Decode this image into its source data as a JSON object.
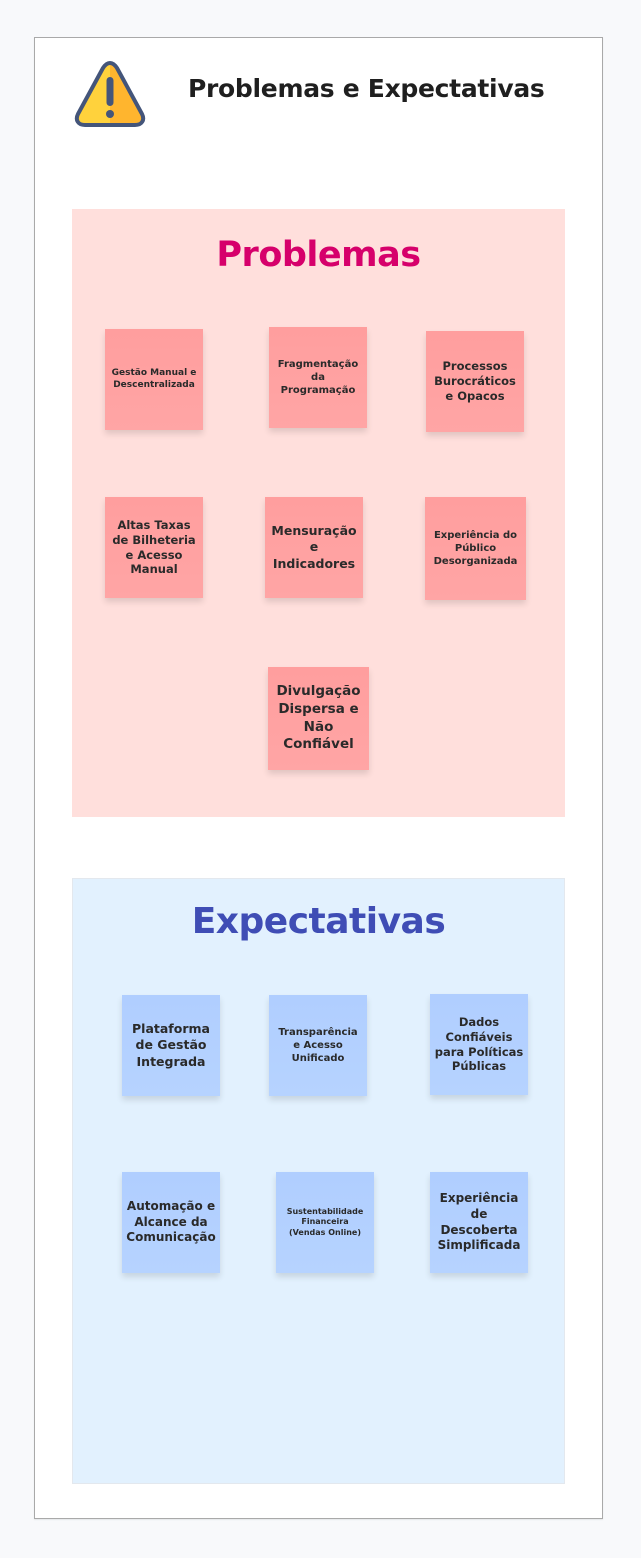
{
  "header": {
    "icon": "warning-icon",
    "title": "Problemas e Expectativas"
  },
  "colors": {
    "problems_bg": "#ffdfdc",
    "problems_title": "#d6006b",
    "problems_sticky": "#ffa0a0",
    "expect_bg": "#e2f1fe",
    "expect_title": "#3f4db5",
    "expect_sticky": "#b2d0ff",
    "warning_fill": "#ffc83a",
    "warning_stroke": "#44557a"
  },
  "problems": {
    "title": "Problemas",
    "notes": [
      {
        "text": "Gestão Manual e Descentralizada"
      },
      {
        "text": "Fragmentação da Programação"
      },
      {
        "text": "Processos Burocráticos e Opacos"
      },
      {
        "text": "Altas Taxas de Bilheteria e Acesso Manual"
      },
      {
        "text": "Mensuração e Indicadores"
      },
      {
        "text": "Experiência do Público Desorganizada"
      },
      {
        "text": "Divulgação Dispersa e Não Confiável"
      }
    ]
  },
  "expectations": {
    "title": "Expectativas",
    "notes": [
      {
        "text": "Plataforma de Gestão Integrada"
      },
      {
        "text": "Transparência e Acesso Unificado"
      },
      {
        "text": "Dados Confiáveis para Políticas Públicas"
      },
      {
        "text": "Automação e Alcance da Comunicação"
      },
      {
        "text": "Sustentabilidade Financeira (Vendas Online)"
      },
      {
        "text": "Experiência de Descoberta Simplificada"
      }
    ]
  }
}
